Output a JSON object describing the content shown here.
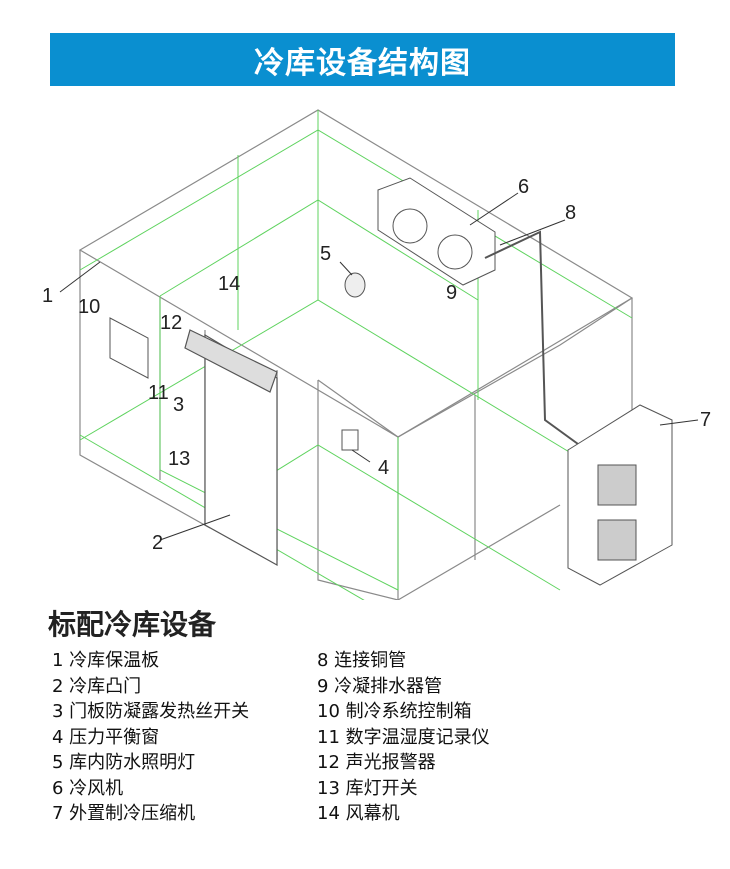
{
  "title": "冷库设备结构图",
  "callouts": {
    "c1": "1",
    "c2": "2",
    "c3": "3",
    "c4": "4",
    "c5": "5",
    "c6": "6",
    "c7": "7",
    "c8": "8",
    "c9": "9",
    "c10": "10",
    "c11": "11",
    "c12": "12",
    "c13": "13",
    "c14": "14"
  },
  "list_title": "标配冷库设备",
  "left_items": [
    "1 冷库保温板",
    "2 冷库凸门",
    "3 门板防凝露发热丝开关",
    "4 压力平衡窗",
    "5 库内防水照明灯",
    "6 冷风机",
    "7 外置制冷压缩机"
  ],
  "right_items": [
    "8 连接铜管",
    "9 冷凝排水器管",
    "10 制冷系统控制箱",
    "11 数字温湿度记录仪",
    "12 声光报警器",
    "13 库灯开关",
    "14 风幕机"
  ],
  "colors": {
    "banner": "#0a8fd0",
    "frame": "#8a8a8a",
    "guide": "#5fd35f"
  }
}
